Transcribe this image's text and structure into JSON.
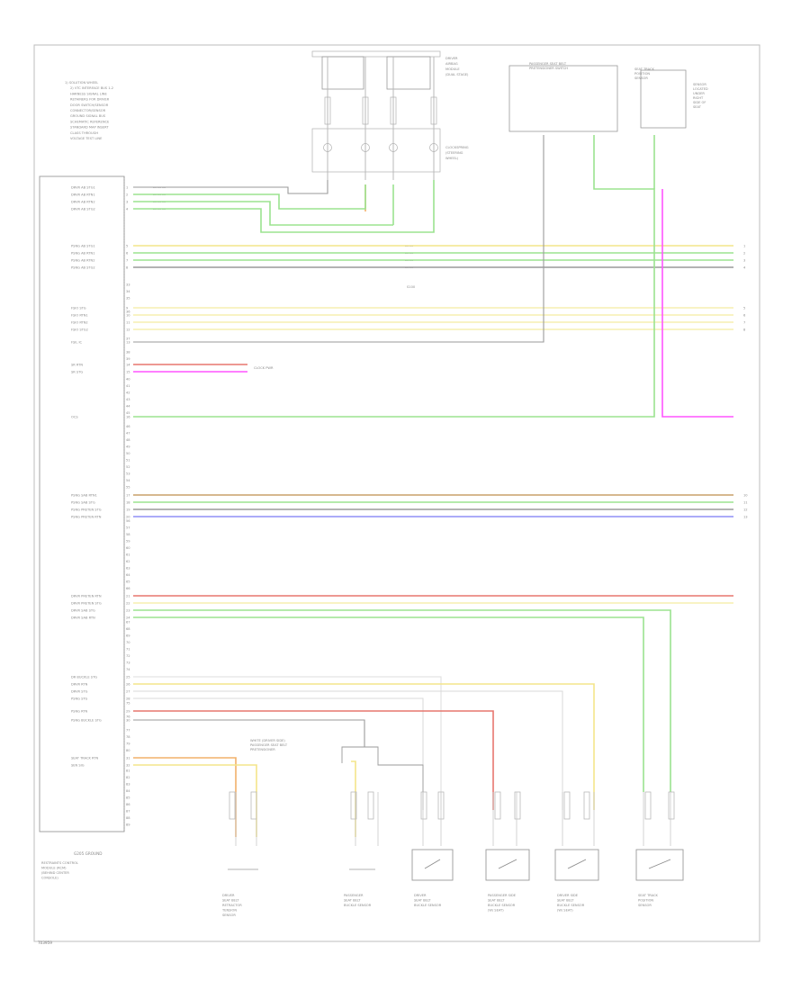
{
  "diagram": {
    "footer_code": "T03959",
    "legend": [
      "1) SOLUTION WHEEL",
      "2) VTC INTERFACE BUS 1-2",
      "HARNESS SIGNAL LINE",
      "RETAINERS FOR DRIVER",
      "DOOR SWITCH/SENSOR",
      "CONNECTOR/SENSOR",
      "GROUND SIGNAL BUS",
      "SCHEMATIC REFERENCE",
      "STANDARD MAP INSERT",
      "CLASS THROUGH",
      "VOLTAGE TEST LINE"
    ],
    "top_connector_label": [
      "DRIVER",
      "AIRBAG",
      "MODULE",
      "(DUAL STAGE)"
    ],
    "clock_spring_label": [
      "CLOCKSPRING",
      "(STEERING",
      "WHEEL)"
    ],
    "ptc_label": [
      "PASSENGER SEAT BELT",
      "PRETENSIONER SWITCH"
    ],
    "right_top_label": [
      "SEAT TRACK",
      "POSITION",
      "SENSOR"
    ],
    "right_note": [
      "SENSOR",
      "LOCATED",
      "UNDER",
      "RIGHT",
      "SIDE OF",
      "SEAT"
    ],
    "module_label": [
      "RESTRAINTS CONTROL",
      "MODULE (RCM)",
      "(BEHIND CENTER",
      "CONSOLE)"
    ],
    "ground_label": "G205 GROUND",
    "splice_label": "S100",
    "bottom_connector_label": [
      "WHITE (DRIVER SIDE)",
      "PASSENGER SEAT BELT",
      "PRETENSIONER"
    ],
    "pins_group1": [
      "DRVR AB STG1",
      "DRVR AB RTN1",
      "DRVR AB RTN2",
      "DRVR AB STG2"
    ],
    "pins_group2": [
      "PSNG AB STG1",
      "PSNG AB RTN1",
      "PSNG AB RTN2",
      "PSNG AB STG2"
    ],
    "pins_group3": [
      "FSIO STG",
      "FSIO RTN1",
      "FSIO RTN2",
      "FSIO STG2",
      "FSIL IC"
    ],
    "pins_group4": [
      "SR RTN",
      "SR STG"
    ],
    "pins_group5": [
      "OCS"
    ],
    "pins_group6": [
      "PSNG SAB RTN1",
      "PSNG SAB STG",
      "PSNG PRETEN STG",
      "PSNG PRETEN RTN"
    ],
    "pins_group7": [
      "DRVR PRETEN RTN",
      "DRVR PRETEN STG",
      "DRVR SAB STG",
      "DRVR SAB RTN"
    ],
    "pins_group8": [
      "DR BUCKLE STG",
      "DRVR RTN",
      "DRVR STG",
      "PSNG STG",
      "PSNG RTN",
      "PSNG BUCKLE STG"
    ],
    "pins_group9": [
      "SEAT TRACK RTN",
      "SEN SIG"
    ],
    "bottom_components": [
      [
        "DRIVER",
        "SEAT BELT",
        "RETRACTOR",
        "TENSION",
        "SENSOR"
      ],
      [
        "PASSENGER",
        "SEAT BELT",
        "BUCKLE SENSOR"
      ],
      [
        "DRIVER",
        "SEAT BELT",
        "BUCKLE SENSOR"
      ],
      [
        "PASSENGER SIDE",
        "SEAT BELT",
        "BUCKLE SENSOR",
        "(W/ SEAT)"
      ],
      [
        "DRIVER SIDE",
        "SEAT BELT",
        "BUCKLE SENSOR",
        "(W/ SEAT)"
      ],
      [
        "SEAT TRACK",
        "POSITION",
        "SENSOR"
      ]
    ],
    "wire_colors": {
      "green": "#9be38f",
      "yellow": "#f3e58a",
      "lightyellow": "#f6efb0",
      "orange": "#f2b06a",
      "red": "#e7766f",
      "pink": "#ff55ff",
      "blue": "#8f8ff5",
      "brown": "#c9a06a",
      "gray": "#9a9a9a"
    }
  }
}
